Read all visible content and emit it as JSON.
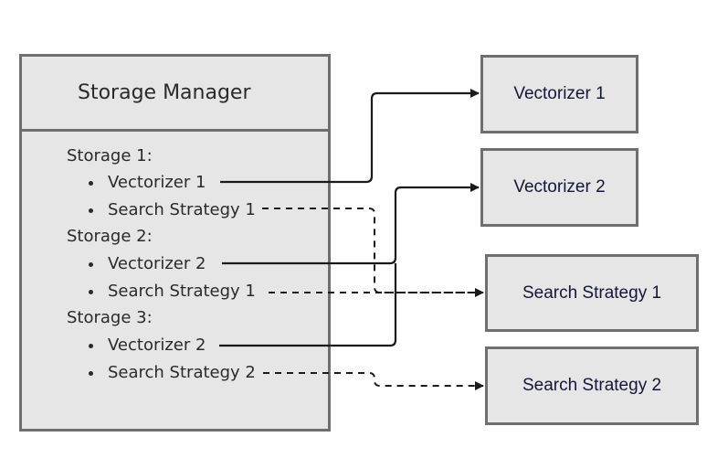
{
  "manager": {
    "title": "Storage Manager",
    "storages": [
      {
        "label": "Storage 1:",
        "items": [
          "Vectorizer 1",
          "Search Strategy 1"
        ]
      },
      {
        "label": "Storage 2:",
        "items": [
          "Vectorizer 2",
          "Search Strategy 1"
        ]
      },
      {
        "label": "Storage 3:",
        "items": [
          "Vectorizer 2",
          "Search Strategy 2"
        ]
      }
    ]
  },
  "targets": {
    "vectorizer_1": "Vectorizer 1",
    "vectorizer_2": "Vectorizer 2",
    "search_strategy_1": "Search Strategy 1",
    "search_strategy_2": "Search Strategy 2"
  },
  "connections": [
    {
      "from": "Storage 1 / Vectorizer 1",
      "to": "Vectorizer 1",
      "style": "solid"
    },
    {
      "from": "Storage 1 / Search Strategy 1",
      "to": "Search Strategy 1",
      "style": "dashed"
    },
    {
      "from": "Storage 2 / Vectorizer 2",
      "to": "Vectorizer 2",
      "style": "solid"
    },
    {
      "from": "Storage 2 / Search Strategy 1",
      "to": "Search Strategy 1",
      "style": "dashed"
    },
    {
      "from": "Storage 3 / Vectorizer 2",
      "to": "Vectorizer 2",
      "style": "solid"
    },
    {
      "from": "Storage 3 / Search Strategy 2",
      "to": "Search Strategy 2",
      "style": "dashed"
    }
  ],
  "colors": {
    "box_fill": "#e6e6e6",
    "box_border": "#6f6f6f",
    "connector": "#1a1a1a",
    "target_text": "#14163a"
  }
}
